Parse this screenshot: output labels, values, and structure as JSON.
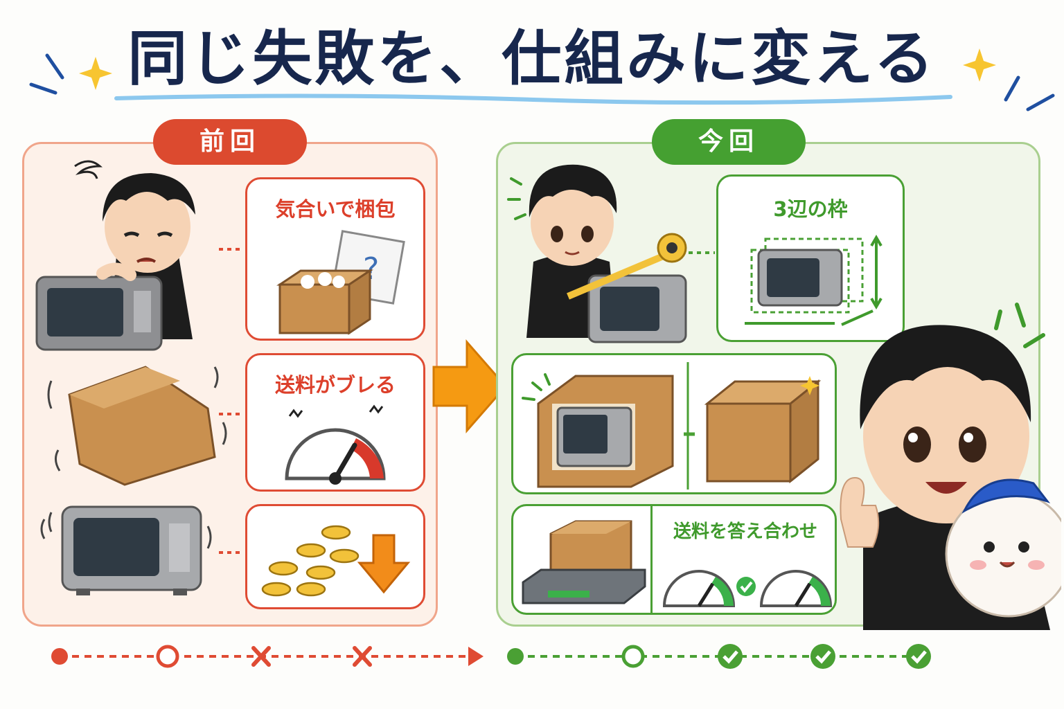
{
  "title": "同じ失敗を、仕組みに変える",
  "before": {
    "label": "前回",
    "steps": [
      {
        "text": "気合いで梱包"
      },
      {
        "text": "送料がブレる"
      },
      {
        "text": ""
      }
    ]
  },
  "after": {
    "label": "今回",
    "steps": [
      {
        "text": "3辺の枠"
      },
      {
        "text": ""
      },
      {
        "text": "送料を答え合わせ"
      }
    ]
  },
  "colors": {
    "title": "#17274d",
    "before_accent": "#dc4a2f",
    "after_accent": "#45a031",
    "arrow": "#f59a12"
  }
}
